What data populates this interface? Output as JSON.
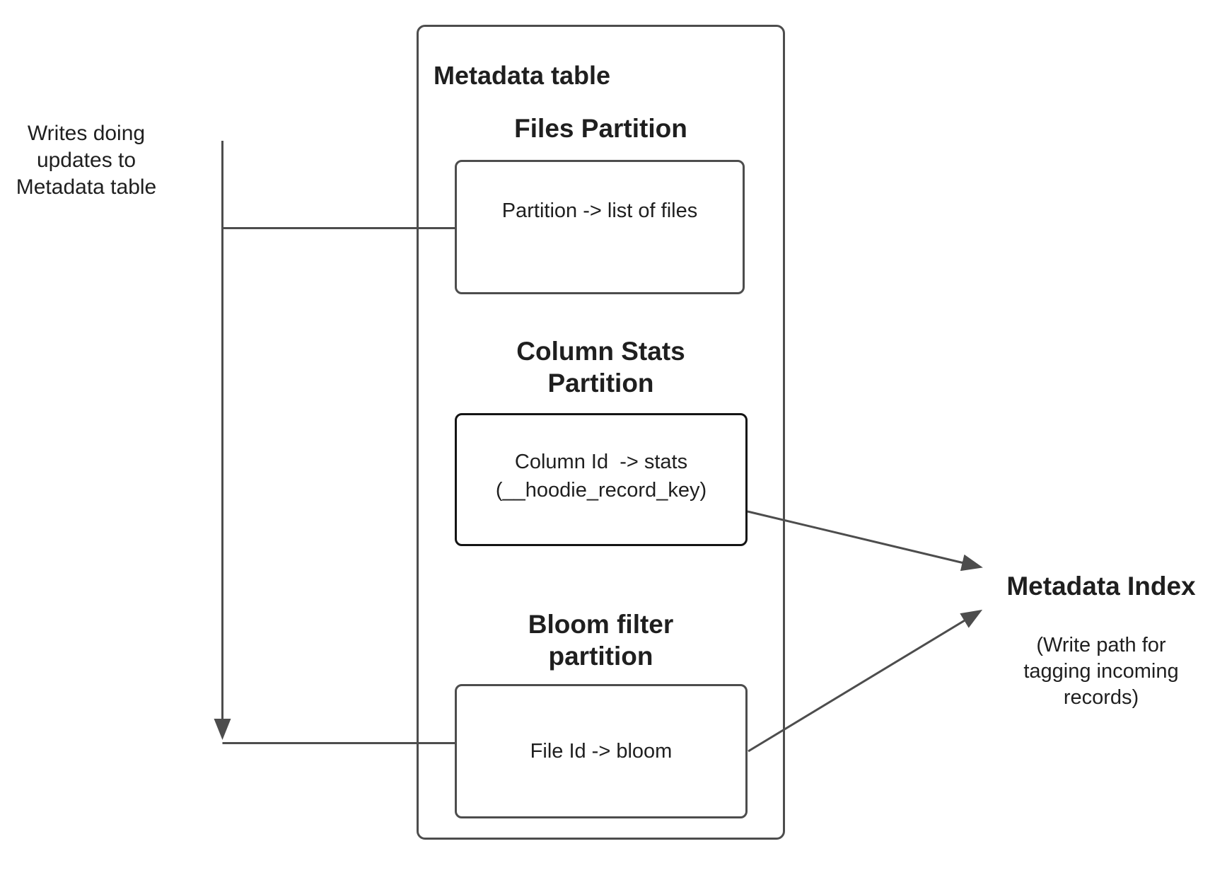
{
  "note": {
    "text": "Writes doing\nupdates to\nMetadata table"
  },
  "table": {
    "title": "Metadata table",
    "files": {
      "heading": "Files Partition",
      "body": "Partition -> list of files"
    },
    "column_stats": {
      "heading": "Column Stats\nPartition",
      "line1": "Column Id  -> stats",
      "line2": "(__hoodie_record_key)"
    },
    "bloom": {
      "heading": "Bloom filter\npartition",
      "body": "File Id -> bloom"
    }
  },
  "index": {
    "title": "Metadata Index",
    "subtitle": "(Write path for\ntagging incoming\nrecords)"
  },
  "colors": {
    "connector": "#4d4d4d",
    "box_border": "#4d4d4d",
    "emphasis_border": "#141414",
    "text": "#1f1f1f",
    "background": "#ffffff"
  }
}
